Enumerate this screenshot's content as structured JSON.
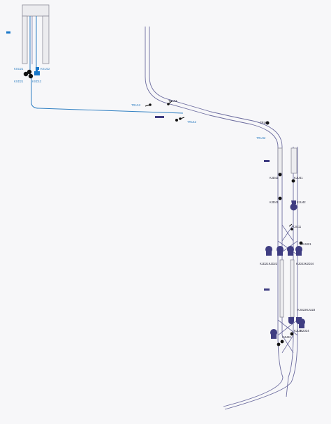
{
  "colors": {
    "background": "#f7f7f9",
    "track": "#6b6b9e",
    "track_light": "#b7b7d2",
    "blue_line": "#2f7fc2",
    "blue_signal": "#1877c9",
    "dark_signal": "#3f3d82",
    "black": "#111111",
    "platform_fill": "#ececef",
    "platform_stroke": "#8b8b99"
  },
  "labels": {
    "ksu21": "KSU21",
    "ksu22": "KSU22",
    "ksd21": "KSD21",
    "ksd12": "KSD12",
    "tru12a": "TRU12",
    "tru11": "TRU11",
    "tru12b": "TRU12",
    "tru11b": "TRU11",
    "tru42": "TRU42",
    "kjd42": "KJD42",
    "kju41": "KJU41",
    "kjd41": "KJD41",
    "kju42": "KJU42",
    "kju11": "KJU11",
    "kju21": "KJU21",
    "kjd21kjd22": "KJD21KJD22",
    "kjd23kjd24": "KJD23KJD24",
    "kju22kju23": "KJU22KJU23",
    "kju24": "KJU24",
    "kju21b": "KJU21",
    "kju22b": "KJU22"
  }
}
